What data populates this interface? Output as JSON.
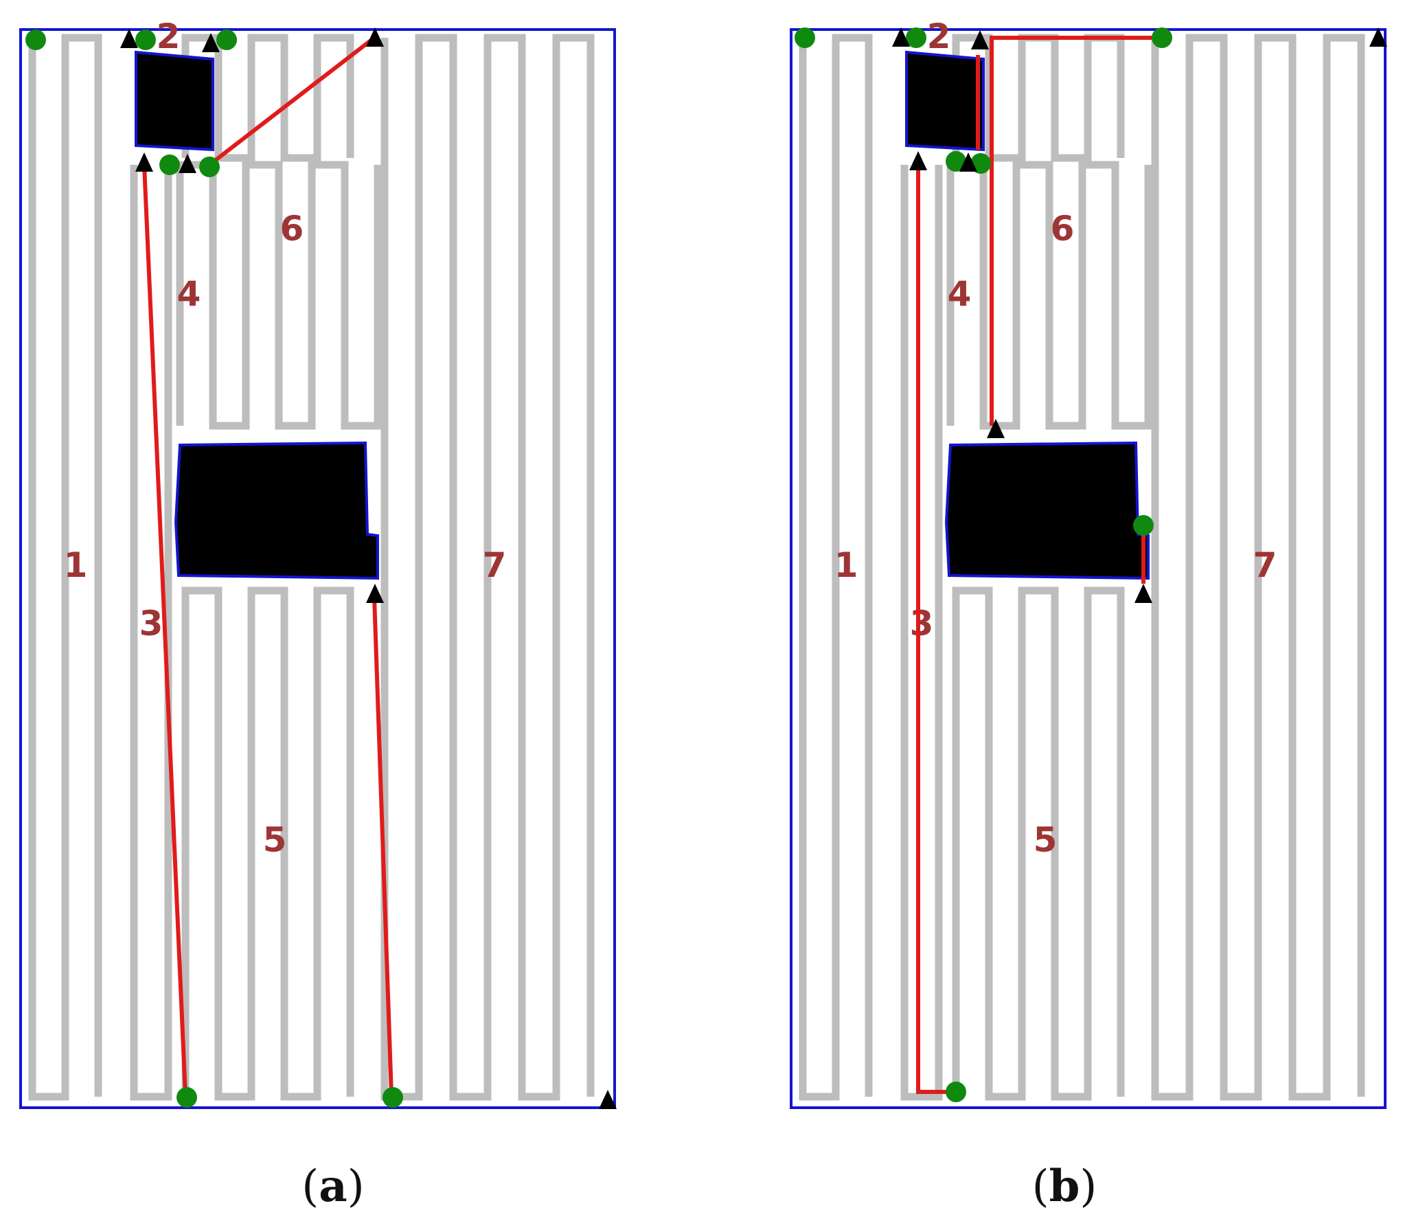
{
  "colors": {
    "boustrophedon": "#bdbdbd",
    "boundary": "#1414d2",
    "obstacle": "#000000",
    "transition_path": "#e01b1b",
    "start_marker": "#0f8a0f",
    "end_marker": "#000000",
    "cell_label": "#9e3535"
  },
  "panels": [
    {
      "id": "a",
      "caption": "a",
      "cell_labels": [
        "1",
        "2",
        "3",
        "4",
        "5",
        "6",
        "7"
      ]
    },
    {
      "id": "b",
      "caption": "b",
      "cell_labels": [
        "1",
        "2",
        "3",
        "4",
        "5",
        "6",
        "7"
      ]
    }
  ]
}
